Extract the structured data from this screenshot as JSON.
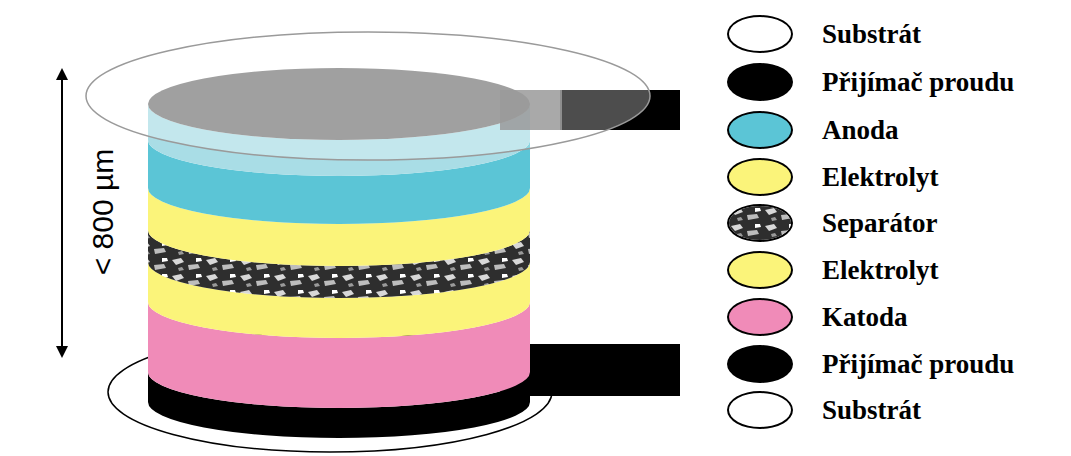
{
  "diagram": {
    "labels": [
      "< 800 µm"
    ],
    "legend": [
      {
        "text": "Substrát",
        "color": "#ffffff"
      },
      {
        "text": "Přijímač proudu",
        "color": "#000000"
      },
      {
        "text": "Anoda",
        "color": "#5bc5d6"
      },
      {
        "text": "Elektrolyt",
        "color": "#fbf47a"
      },
      {
        "text": "Separátor"
      },
      {
        "text": "Elektrolyt",
        "color": "#fbf47a"
      },
      {
        "text": "Katoda",
        "color": "#f08bb8"
      },
      {
        "text": "Přijímač proudu",
        "color": "#000000"
      },
      {
        "text": "Substrát",
        "color": "#ffffff"
      }
    ]
  }
}
